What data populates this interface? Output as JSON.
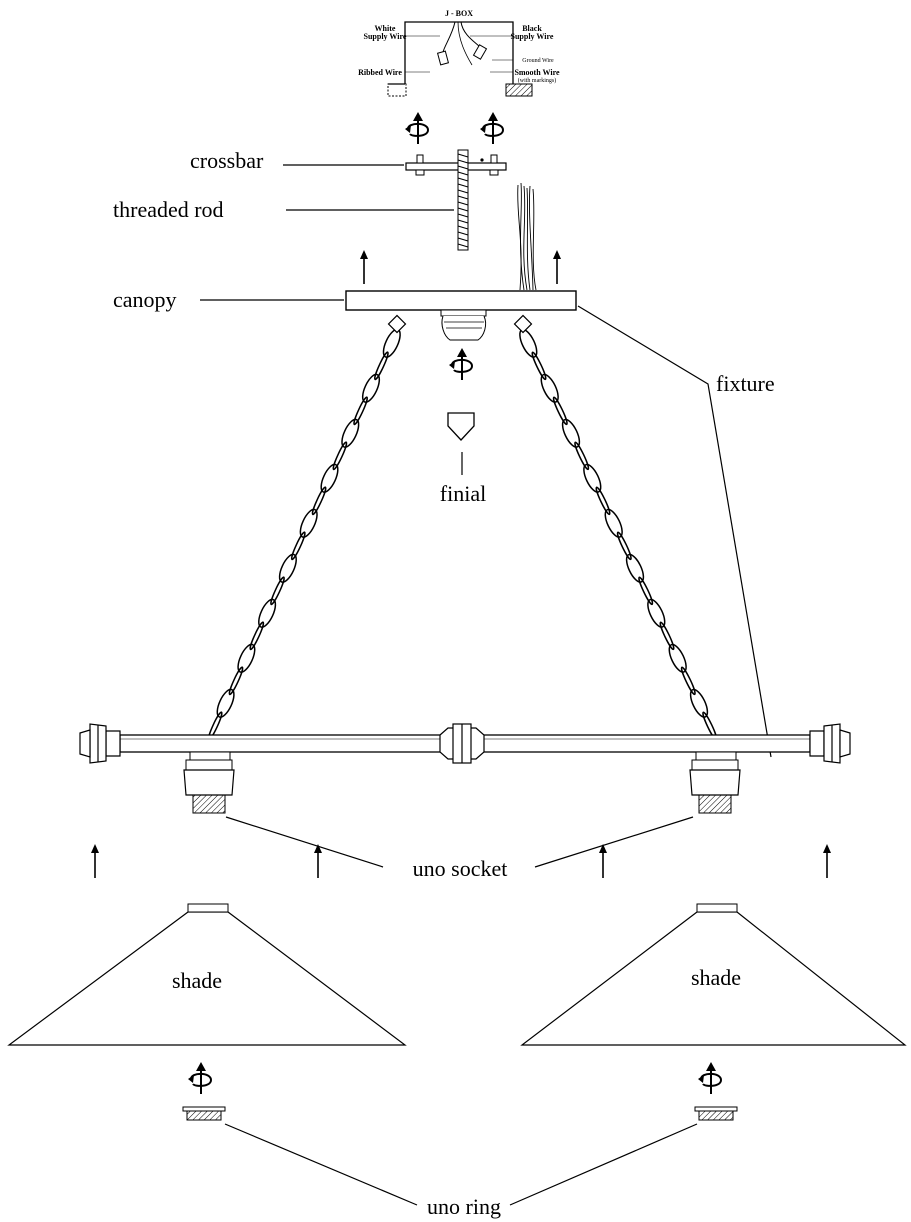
{
  "jbox": {
    "title": "J - BOX",
    "white_supply_wire": [
      "White",
      "Supply Wire"
    ],
    "black_supply_wire": [
      "Black",
      "Supply Wire"
    ],
    "ground_wire": "Ground Wire",
    "ribbed_wire": "Ribbed Wire",
    "smooth_wire": "Smooth Wire",
    "smooth_wire_note": "(with markings)"
  },
  "labels": {
    "crossbar": "crossbar",
    "threaded_rod": "threaded rod",
    "canopy": "canopy",
    "fixture": "fixture",
    "finial": "finial",
    "uno_socket": "uno socket",
    "shade_left": "shade",
    "shade_right": "shade",
    "uno_ring": "uno ring"
  },
  "icons": [
    "rotate-arrow-icon",
    "up-arrow-icon",
    "down-arrow-icon"
  ],
  "colors": {
    "line": "#000000",
    "background": "#ffffff"
  }
}
